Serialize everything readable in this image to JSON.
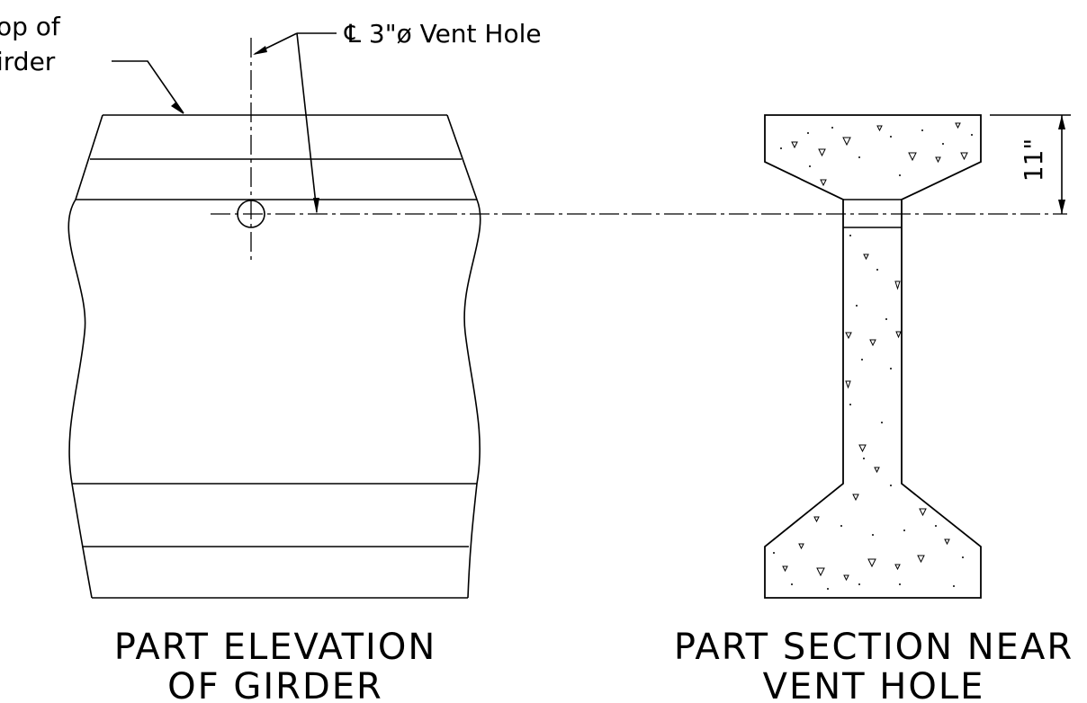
{
  "labels": {
    "top_of_girder_line1": "op of",
    "top_of_girder_line2": "irder",
    "vent_hole_callout": "℄ 3\"ø Vent Hole",
    "dimension_11": "11\"",
    "elevation_title_line1": "PART ELEVATION",
    "elevation_title_line2": "OF GIRDER",
    "section_title_line1": "PART SECTION NEAR",
    "section_title_line2": "VENT HOLE"
  }
}
